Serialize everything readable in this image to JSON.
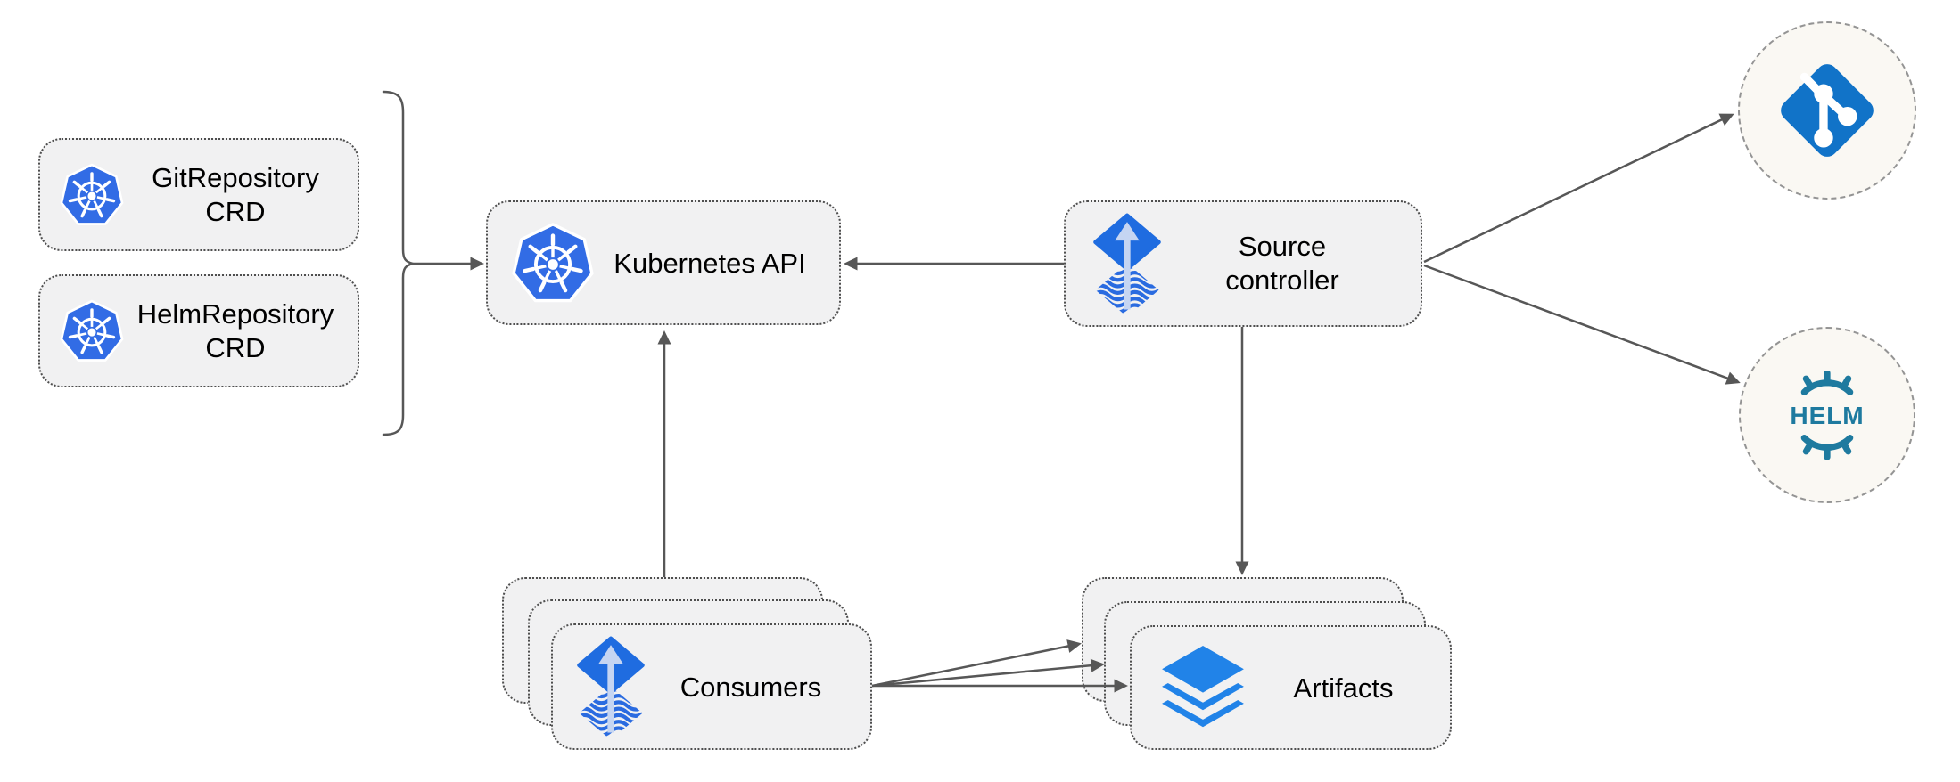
{
  "diagram": {
    "kind": "architecture-diagram",
    "nodes": {
      "git_repository_crd": {
        "line1": "GitRepository",
        "line2": "CRD",
        "icon": "kubernetes-icon"
      },
      "helm_repository_crd": {
        "line1": "HelmRepository",
        "line2": "CRD",
        "icon": "kubernetes-icon"
      },
      "kubernetes_api": {
        "label": "Kubernetes API",
        "icon": "kubernetes-icon"
      },
      "source_controller": {
        "line1": "Source",
        "line2": "controller",
        "icon": "flux-source-icon"
      },
      "consumers": {
        "label": "Consumers",
        "icon": "flux-source-icon",
        "stacked_cards": 3
      },
      "artifacts": {
        "label": "Artifacts",
        "icon": "layers-icon",
        "stacked_cards": 3
      },
      "git_remote": {
        "icon": "git-icon"
      },
      "helm_remote": {
        "icon": "helm-icon",
        "logo_text": "HELM"
      }
    },
    "edges": [
      {
        "id": "crds-to-kubernetes-api",
        "from": "git_repository_crd + helm_repository_crd",
        "to": "kubernetes_api",
        "connector": "curly-brace-arrow"
      },
      {
        "id": "source-controller-to-kubernetes-api",
        "from": "source_controller",
        "to": "kubernetes_api"
      },
      {
        "id": "source-controller-to-git-remote",
        "from": "source_controller",
        "to": "git_remote"
      },
      {
        "id": "source-controller-to-helm-remote",
        "from": "source_controller",
        "to": "helm_remote"
      },
      {
        "id": "source-controller-to-artifacts",
        "from": "source_controller",
        "to": "artifacts"
      },
      {
        "id": "consumers-to-kubernetes-api",
        "from": "consumers",
        "to": "kubernetes_api"
      },
      {
        "id": "consumers-to-artifacts-1",
        "from": "consumers",
        "to": "artifacts"
      },
      {
        "id": "consumers-to-artifacts-2",
        "from": "consumers",
        "to": "artifacts"
      },
      {
        "id": "consumers-to-artifacts-3",
        "from": "consumers",
        "to": "artifacts"
      }
    ],
    "colors": {
      "kubernetes_blue": "#326ce5",
      "flux_blue": "#1f6ce0",
      "flux_arrow_light": "#c5d5f2",
      "git_blue": "#1173c8",
      "helm_teal": "#1e7a9f",
      "artifacts_blue": "#2183e8",
      "node_fill": "#f1f1f2",
      "node_border": "#4e4e4e",
      "circle_fill": "#faf8f3",
      "circle_border": "#949494",
      "connector_gray": "#575757",
      "label_black": "#000000"
    }
  }
}
